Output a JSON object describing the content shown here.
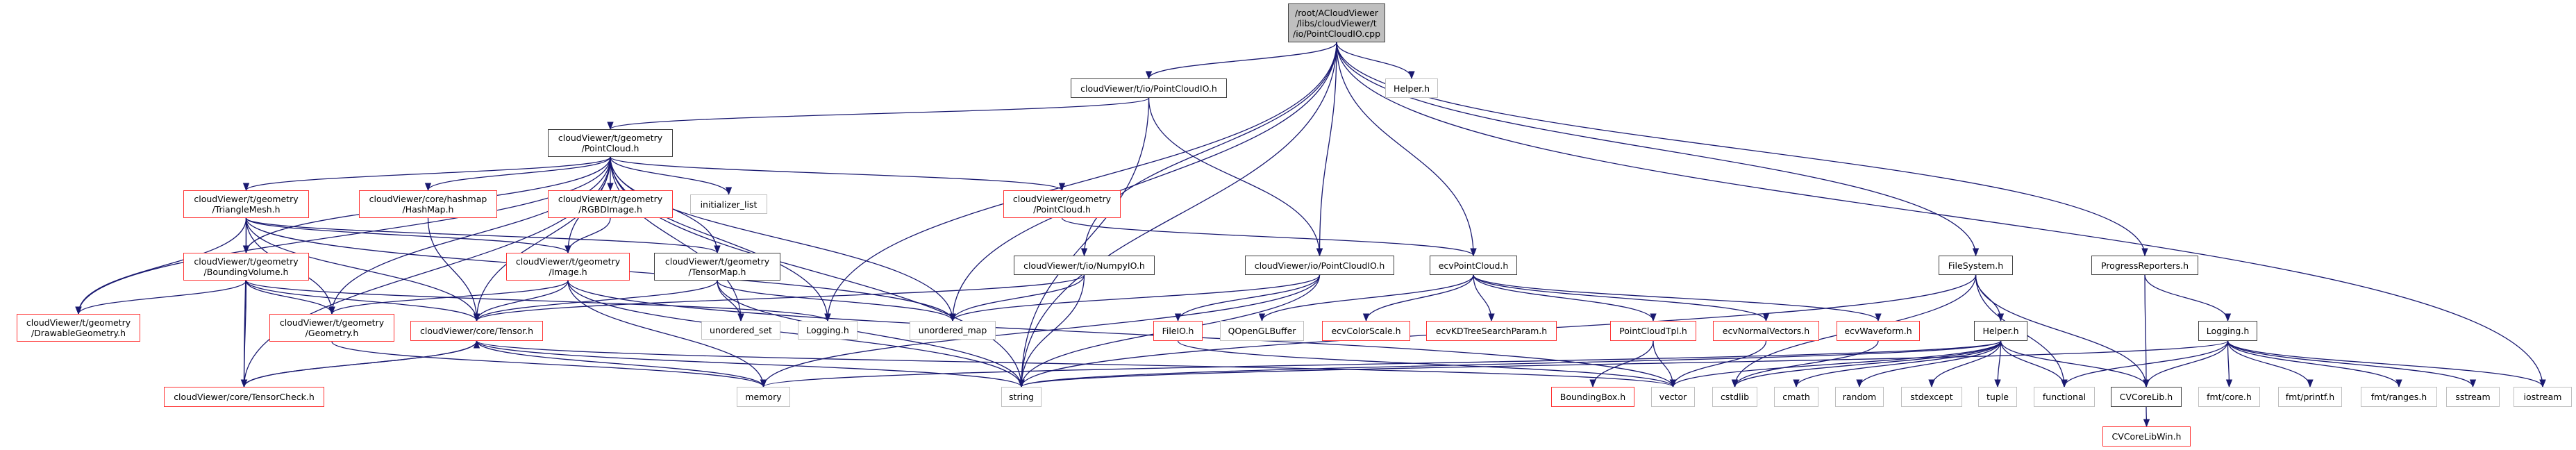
{
  "title": "Include dependency graph for PointCloudIO.cpp",
  "colors": {
    "edge": "#191970",
    "root_fill": "#bfbfbf",
    "documented_border": "#404040",
    "truncated_border": "#ff3333",
    "external_border": "#bfbfbf"
  },
  "nodes": [
    {
      "id": "root",
      "label": "/root/ACloudViewer\n/libs/cloudViewer/t\n/io/PointCloudIO.cpp",
      "kind": "root"
    },
    {
      "id": "t_io_pcio",
      "label": "cloudViewer/t/io/PointCloudIO.h",
      "kind": "black"
    },
    {
      "id": "helper_top",
      "label": "Helper.h",
      "kind": "grey"
    },
    {
      "id": "t_geom_pc",
      "label": "cloudViewer/t/geometry\n/PointCloud.h",
      "kind": "black"
    },
    {
      "id": "trimesh",
      "label": "cloudViewer/t/geometry\n/TriangleMesh.h",
      "kind": "red"
    },
    {
      "id": "hashmap",
      "label": "cloudViewer/core/hashmap\n/HashMap.h",
      "kind": "red"
    },
    {
      "id": "rgbd",
      "label": "cloudViewer/t/geometry\n/RGBDImage.h",
      "kind": "red"
    },
    {
      "id": "init_list",
      "label": "initializer_list",
      "kind": "grey"
    },
    {
      "id": "geom_pc",
      "label": "cloudViewer/geometry\n/PointCloud.h",
      "kind": "red"
    },
    {
      "id": "bvol",
      "label": "cloudViewer/t/geometry\n/BoundingVolume.h",
      "kind": "red"
    },
    {
      "id": "image",
      "label": "cloudViewer/t/geometry\n/Image.h",
      "kind": "red"
    },
    {
      "id": "tensormap",
      "label": "cloudViewer/t/geometry\n/TensorMap.h",
      "kind": "black"
    },
    {
      "id": "numpyio",
      "label": "cloudViewer/t/io/NumpyIO.h",
      "kind": "black"
    },
    {
      "id": "io_pcio",
      "label": "cloudViewer/io/PointCloudIO.h",
      "kind": "black"
    },
    {
      "id": "ecvpc",
      "label": "ecvPointCloud.h",
      "kind": "black"
    },
    {
      "id": "filesystem",
      "label": "FileSystem.h",
      "kind": "black"
    },
    {
      "id": "progress",
      "label": "ProgressReporters.h",
      "kind": "black"
    },
    {
      "id": "drawable",
      "label": "cloudViewer/t/geometry\n/DrawableGeometry.h",
      "kind": "red"
    },
    {
      "id": "geometry",
      "label": "cloudViewer/t/geometry\n/Geometry.h",
      "kind": "red"
    },
    {
      "id": "tensor",
      "label": "cloudViewer/core/Tensor.h",
      "kind": "red"
    },
    {
      "id": "uset",
      "label": "unordered_set",
      "kind": "grey"
    },
    {
      "id": "logging_grey",
      "label": "Logging.h",
      "kind": "grey"
    },
    {
      "id": "umap",
      "label": "unordered_map",
      "kind": "grey"
    },
    {
      "id": "fileio",
      "label": "FileIO.h",
      "kind": "red"
    },
    {
      "id": "qglbuf",
      "label": "QOpenGLBuffer",
      "kind": "grey"
    },
    {
      "id": "colorscale",
      "label": "ecvColorScale.h",
      "kind": "red"
    },
    {
      "id": "kdtree",
      "label": "ecvKDTreeSearchParam.h",
      "kind": "red"
    },
    {
      "id": "pctpl",
      "label": "PointCloudTpl.h",
      "kind": "red"
    },
    {
      "id": "normals",
      "label": "ecvNormalVectors.h",
      "kind": "red"
    },
    {
      "id": "waveform",
      "label": "ecvWaveform.h",
      "kind": "red"
    },
    {
      "id": "helper",
      "label": "Helper.h",
      "kind": "black"
    },
    {
      "id": "logging",
      "label": "Logging.h",
      "kind": "black"
    },
    {
      "id": "tensorcheck",
      "label": "cloudViewer/core/TensorCheck.h",
      "kind": "red"
    },
    {
      "id": "memory",
      "label": "memory",
      "kind": "grey"
    },
    {
      "id": "string",
      "label": "string",
      "kind": "grey"
    },
    {
      "id": "bbox",
      "label": "BoundingBox.h",
      "kind": "red"
    },
    {
      "id": "vector",
      "label": "vector",
      "kind": "grey"
    },
    {
      "id": "cstdlib",
      "label": "cstdlib",
      "kind": "grey"
    },
    {
      "id": "cmath",
      "label": "cmath",
      "kind": "grey"
    },
    {
      "id": "random",
      "label": "random",
      "kind": "grey"
    },
    {
      "id": "stdexcept",
      "label": "stdexcept",
      "kind": "grey"
    },
    {
      "id": "tuple",
      "label": "tuple",
      "kind": "grey"
    },
    {
      "id": "functional",
      "label": "functional",
      "kind": "grey"
    },
    {
      "id": "cvcorelib",
      "label": "CVCoreLib.h",
      "kind": "black"
    },
    {
      "id": "fmtcore",
      "label": "fmt/core.h",
      "kind": "grey"
    },
    {
      "id": "fmtprintf",
      "label": "fmt/printf.h",
      "kind": "grey"
    },
    {
      "id": "fmtranges",
      "label": "fmt/ranges.h",
      "kind": "grey"
    },
    {
      "id": "sstream",
      "label": "sstream",
      "kind": "grey"
    },
    {
      "id": "iostream",
      "label": "iostream",
      "kind": "grey"
    },
    {
      "id": "cvcorelibwin",
      "label": "CVCoreLibWin.h",
      "kind": "red"
    }
  ],
  "edges": [
    [
      "root",
      "t_io_pcio"
    ],
    [
      "root",
      "helper_top"
    ],
    [
      "root",
      "io_pcio"
    ],
    [
      "root",
      "ecvpc"
    ],
    [
      "root",
      "filesystem"
    ],
    [
      "root",
      "progress"
    ],
    [
      "root",
      "iostream"
    ],
    [
      "root",
      "numpyio"
    ],
    [
      "root",
      "logging_grey"
    ],
    [
      "root",
      "umap"
    ],
    [
      "root",
      "string"
    ],
    [
      "t_io_pcio",
      "t_geom_pc"
    ],
    [
      "t_io_pcio",
      "io_pcio"
    ],
    [
      "t_io_pcio",
      "string"
    ],
    [
      "t_geom_pc",
      "trimesh"
    ],
    [
      "t_geom_pc",
      "hashmap"
    ],
    [
      "t_geom_pc",
      "rgbd"
    ],
    [
      "t_geom_pc",
      "init_list"
    ],
    [
      "t_geom_pc",
      "geom_pc"
    ],
    [
      "t_geom_pc",
      "bvol"
    ],
    [
      "t_geom_pc",
      "image"
    ],
    [
      "t_geom_pc",
      "tensormap"
    ],
    [
      "t_geom_pc",
      "drawable"
    ],
    [
      "t_geom_pc",
      "geometry"
    ],
    [
      "t_geom_pc",
      "tensor"
    ],
    [
      "t_geom_pc",
      "uset"
    ],
    [
      "t_geom_pc",
      "logging_grey"
    ],
    [
      "t_geom_pc",
      "umap"
    ],
    [
      "t_geom_pc",
      "tensorcheck"
    ],
    [
      "t_geom_pc",
      "string"
    ],
    [
      "trimesh",
      "bvol"
    ],
    [
      "trimesh",
      "drawable"
    ],
    [
      "trimesh",
      "geometry"
    ],
    [
      "trimesh",
      "tensor"
    ],
    [
      "trimesh",
      "image"
    ],
    [
      "trimesh",
      "tensormap"
    ],
    [
      "trimesh",
      "tensorcheck"
    ],
    [
      "trimesh",
      "umap"
    ],
    [
      "hashmap",
      "tensor"
    ],
    [
      "rgbd",
      "image"
    ],
    [
      "geom_pc",
      "ecvpc"
    ],
    [
      "bvol",
      "drawable"
    ],
    [
      "bvol",
      "geometry"
    ],
    [
      "bvol",
      "tensor"
    ],
    [
      "bvol",
      "tensorcheck"
    ],
    [
      "bvol",
      "logging_grey"
    ],
    [
      "image",
      "geometry"
    ],
    [
      "image",
      "tensor"
    ],
    [
      "image",
      "memory"
    ],
    [
      "image",
      "string"
    ],
    [
      "image",
      "vector"
    ],
    [
      "tensormap",
      "tensor"
    ],
    [
      "tensormap",
      "uset"
    ],
    [
      "tensormap",
      "umap"
    ],
    [
      "tensormap",
      "string"
    ],
    [
      "numpyio",
      "tensor"
    ],
    [
      "numpyio",
      "umap"
    ],
    [
      "numpyio",
      "string"
    ],
    [
      "io_pcio",
      "fileio"
    ],
    [
      "io_pcio",
      "umap"
    ],
    [
      "io_pcio",
      "string"
    ],
    [
      "io_pcio",
      "memory"
    ],
    [
      "ecvpc",
      "qglbuf"
    ],
    [
      "ecvpc",
      "colorscale"
    ],
    [
      "ecvpc",
      "kdtree"
    ],
    [
      "ecvpc",
      "pctpl"
    ],
    [
      "ecvpc",
      "normals"
    ],
    [
      "ecvpc",
      "waveform"
    ],
    [
      "filesystem",
      "helper"
    ],
    [
      "filesystem",
      "functional"
    ],
    [
      "filesystem",
      "cvcorelib"
    ],
    [
      "filesystem",
      "string"
    ],
    [
      "filesystem",
      "cstdlib"
    ],
    [
      "progress",
      "logging"
    ],
    [
      "progress",
      "cvcorelib"
    ],
    [
      "geometry",
      "memory"
    ],
    [
      "tensor",
      "tensorcheck"
    ],
    [
      "tensorcheck",
      "tensor"
    ],
    [
      "tensor",
      "memory"
    ],
    [
      "tensor",
      "string"
    ],
    [
      "tensor",
      "vector"
    ],
    [
      "fileio",
      "vector"
    ],
    [
      "pctpl",
      "bbox"
    ],
    [
      "pctpl",
      "vector"
    ],
    [
      "normals",
      "vector"
    ],
    [
      "waveform",
      "cstdlib"
    ],
    [
      "helper",
      "string"
    ],
    [
      "helper",
      "memory"
    ],
    [
      "helper",
      "vector"
    ],
    [
      "helper",
      "cstdlib"
    ],
    [
      "helper",
      "cmath"
    ],
    [
      "helper",
      "random"
    ],
    [
      "helper",
      "stdexcept"
    ],
    [
      "helper",
      "tuple"
    ],
    [
      "helper",
      "functional"
    ],
    [
      "helper",
      "cvcorelib"
    ],
    [
      "logging",
      "string"
    ],
    [
      "logging",
      "functional"
    ],
    [
      "logging",
      "cvcorelib"
    ],
    [
      "logging",
      "fmtcore"
    ],
    [
      "logging",
      "fmtprintf"
    ],
    [
      "logging",
      "fmtranges"
    ],
    [
      "logging",
      "sstream"
    ],
    [
      "logging",
      "iostream"
    ],
    [
      "cvcorelib",
      "cvcorelibwin"
    ]
  ]
}
